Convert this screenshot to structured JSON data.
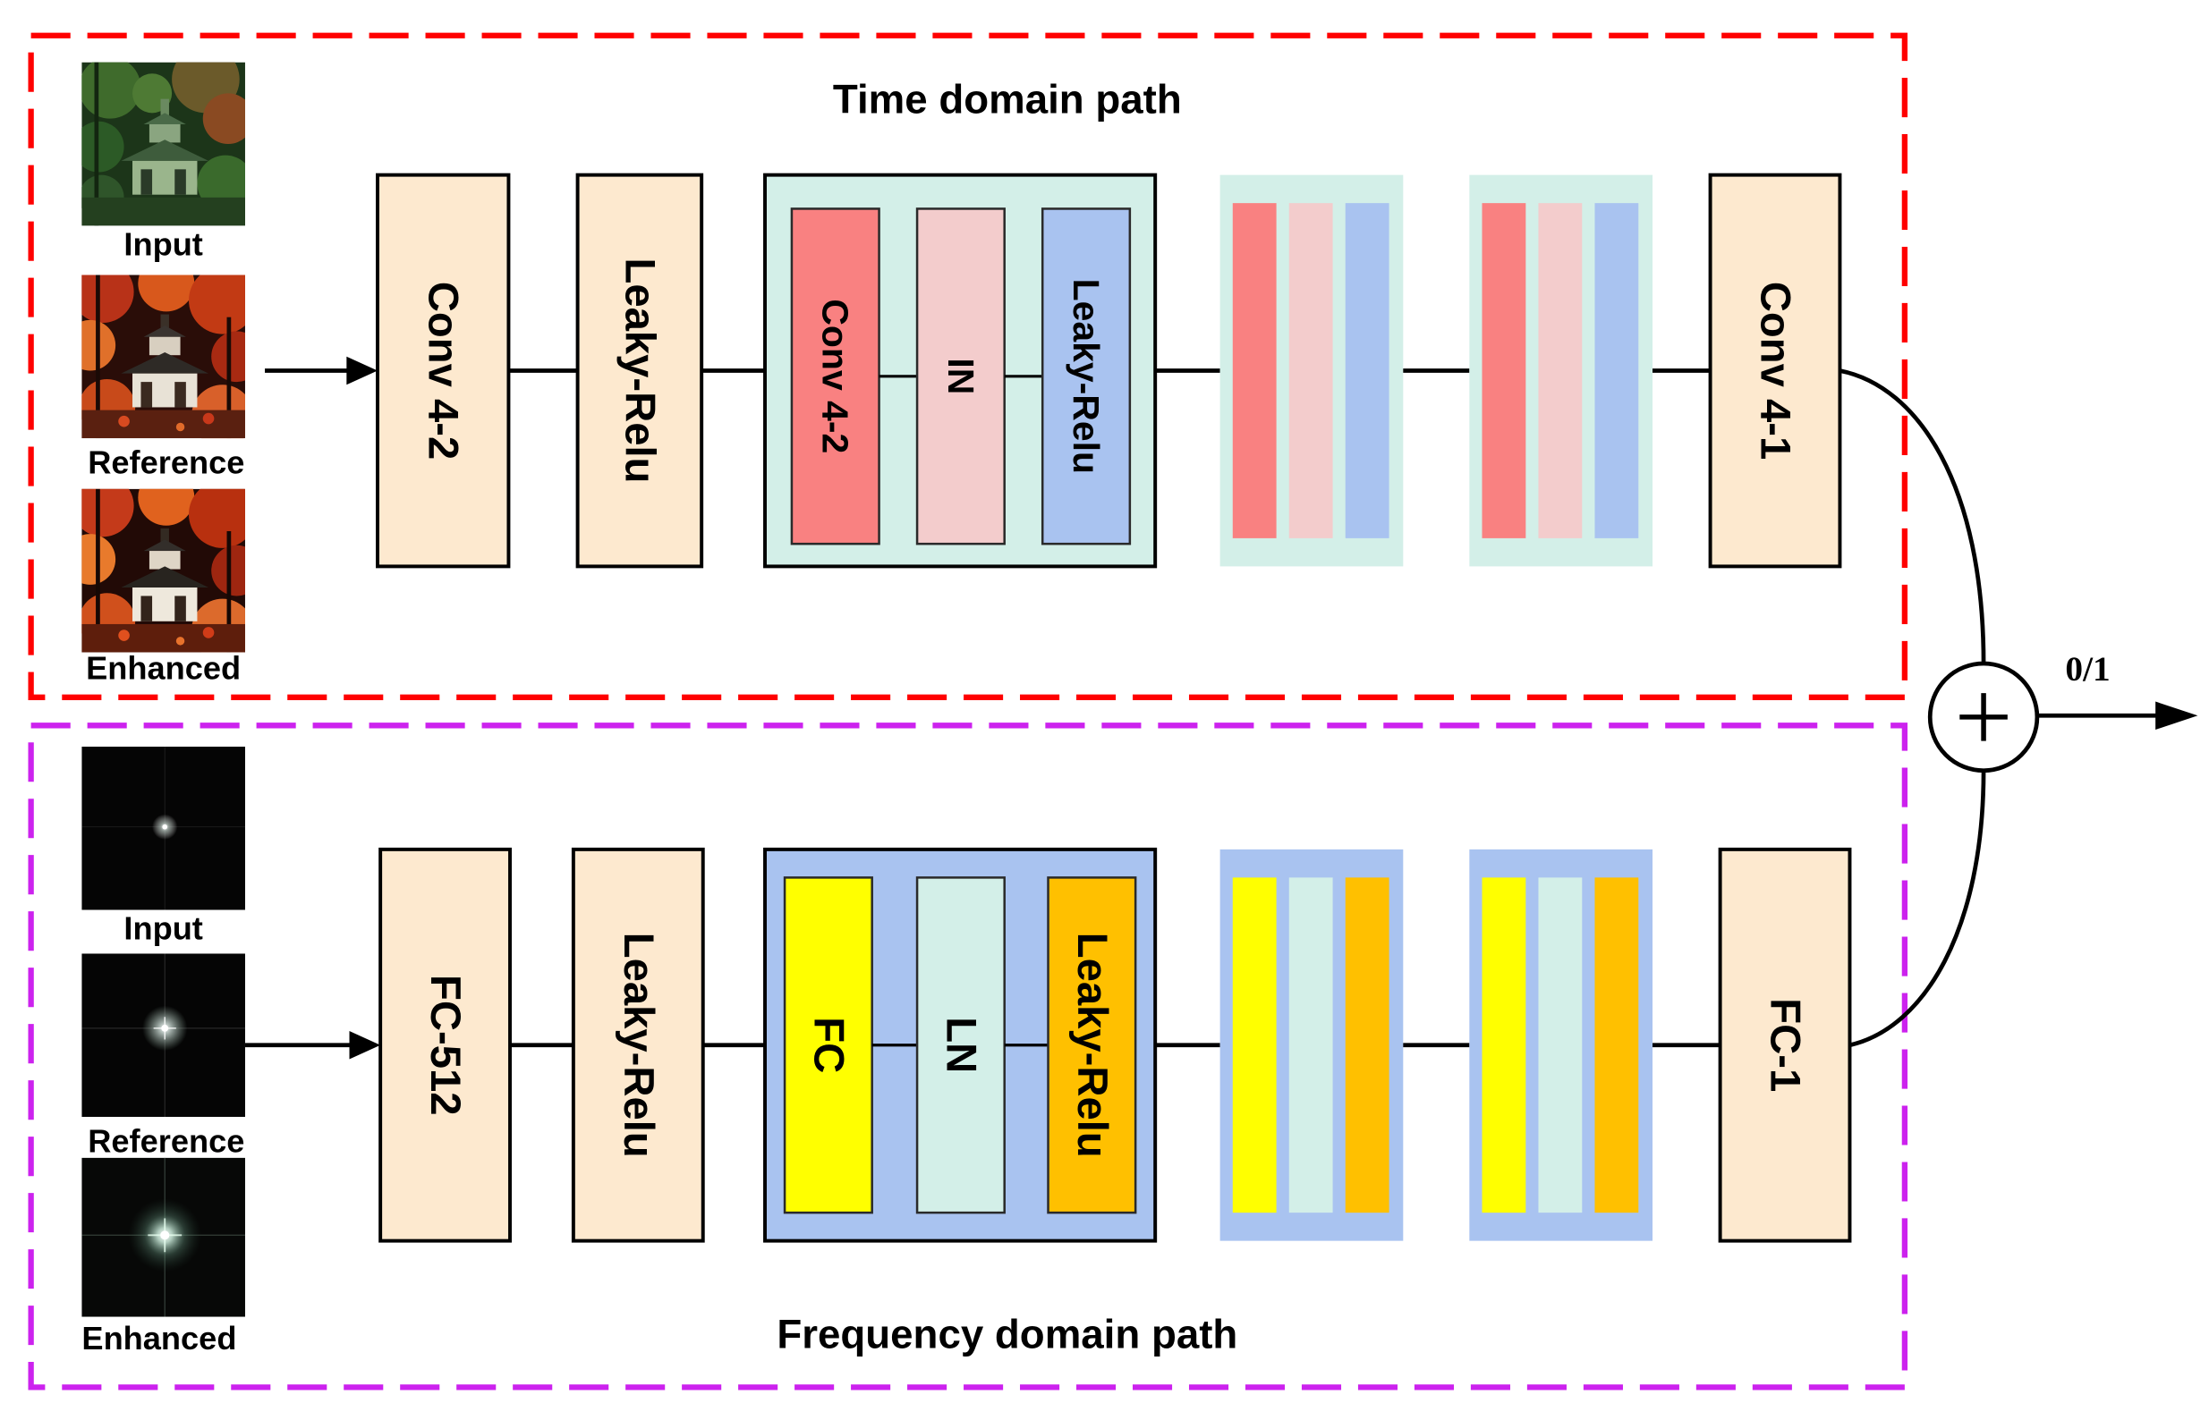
{
  "time_path": {
    "title": "Time domain path",
    "image_labels": {
      "input": "Input",
      "reference": "Reference",
      "enhanced": "Enhanced"
    },
    "first_layer": "Conv 4-2",
    "activation": "Leaky-Relu",
    "block_layers": [
      "Conv 4-2",
      "IN",
      "Leaky-Relu"
    ],
    "last_layer": "Conv 4-1"
  },
  "frequency_path": {
    "title": "Frequency domain path",
    "image_labels": {
      "input": "Input",
      "reference": "Reference",
      "enhanced": "Enhanced"
    },
    "first_layer": "FC-512",
    "activation": "Leaky-Relu",
    "block_layers": [
      "FC",
      "LN",
      "Leaky-Relu"
    ],
    "last_layer": "FC-1"
  },
  "output": {
    "label": "0/1"
  },
  "colors": {
    "time_border": "#ff0000",
    "frequency_border": "#cc22ee",
    "layer_fill": "#fde9cf",
    "time_block_bg": "#d3efe8",
    "conv": "#f98181",
    "instance_norm": "#f3cccc",
    "time_activation": "#a9c3f0",
    "frequency_block_bg": "#a9c3f0",
    "fc": "#ffff00",
    "layer_norm": "#d3efe8",
    "frequency_activation": "#ffc000"
  }
}
